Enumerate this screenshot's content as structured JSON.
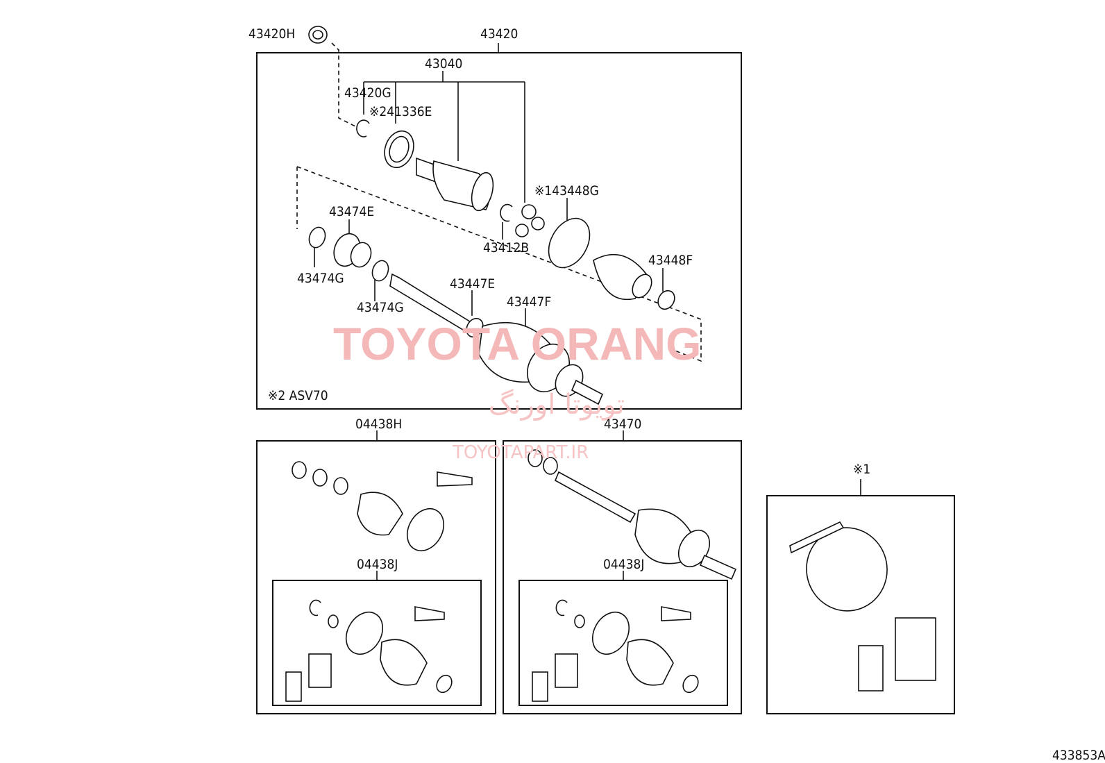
{
  "labels": {
    "p43420H": "43420H",
    "p43420": "43420",
    "p43040": "43040",
    "p43420G": "43420G",
    "p41336E": "※241336E",
    "p43448G": "※143448G",
    "p43474E": "43474E",
    "p43412B": "43412B",
    "p43448F": "43448F",
    "p43474G_a": "43474G",
    "p43447E": "43447E",
    "p43474G_b": "43474G",
    "p43447F": "43447F",
    "note_asv70": "※2 ASV70",
    "p04438H": "04438H",
    "p43470": "43470",
    "p04438J_a": "04438J",
    "p04438J_b": "04438J",
    "note1": "※1",
    "figure_id": "433853A"
  },
  "watermark": {
    "main": "TOYOTA ORANG",
    "farsi": "تویوتا اورنگ",
    "site": "TOYOTAPART.IR",
    "color": "#f4b8b8"
  }
}
